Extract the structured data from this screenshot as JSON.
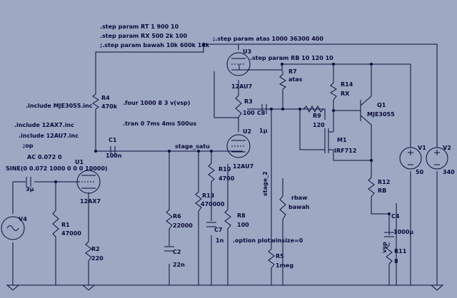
{
  "directives": {
    "step_rt": ".step param RT 1 900 10",
    "step_rx": ".step param RX 500 2k 100",
    "step_bawah": ";.step param bawah 10k 600k 14k",
    "step_atas": ";.step param atas 1000 36300 400",
    "step_rb": ".step param RB 10 120 10",
    "include_mje": ".include  MJE3055.inc",
    "four": ".four 1000 8 3 v(vsp)",
    "tran": ".tran 0 7ms 4ms 500us",
    "include_12ax7": ".include 12AX7.inc",
    "include_12au7": ".include 12AU7.inc",
    "op": ";op",
    "ac": "AC 0.072 0",
    "sine": "SINE(0 0.072 1000 0 0 0 10000)",
    "option": ".option plotwinsize=0"
  },
  "components": {
    "u1": {
      "name": "U1",
      "model": "12AX7"
    },
    "u2": {
      "name": "U2",
      "model": "12AU7"
    },
    "u3": {
      "name": "U3",
      "model": "12AU7"
    },
    "q1": {
      "name": "Q1",
      "model": "MJE3055"
    },
    "m1": {
      "name": "M1",
      "model": "IRF712"
    },
    "r1": {
      "name": "R1",
      "value": "47000"
    },
    "r2": {
      "name": "R2",
      "value": "220"
    },
    "r3": {
      "name": "R3",
      "value": "100"
    },
    "r4": {
      "name": "R4",
      "value": "470k"
    },
    "r5": {
      "name": "R5",
      "value": "1meg"
    },
    "r6": {
      "name": "R6",
      "value": "22000"
    },
    "r7": {
      "name": "R7",
      "value": "atas"
    },
    "r8": {
      "name": "R8",
      "value": "100"
    },
    "r9": {
      "name": "R9",
      "value": "120"
    },
    "r10": {
      "name": "R10",
      "value": "4700"
    },
    "r11": {
      "name": "R11",
      "value": "8"
    },
    "r12": {
      "name": "R12",
      "value": "RB"
    },
    "r13": {
      "name": "R13",
      "value": "470000"
    },
    "r14": {
      "name": "R14",
      "value": "RX"
    },
    "rbaw": {
      "name": "rbaw",
      "value": "bawah"
    },
    "c1": {
      "name": "C1",
      "value": "100n"
    },
    "c2": {
      "name": "C2",
      "value": "22n"
    },
    "c3": {
      "name": "C3",
      "value": "1µ"
    },
    "c4": {
      "name": "C4",
      "value": "1000µ"
    },
    "c7": {
      "name": "C7",
      "value": "1n"
    },
    "cin": {
      "value": "3µ"
    },
    "v1": {
      "name": "V1",
      "value": "50"
    },
    "v2": {
      "name": "V2",
      "value": "340"
    },
    "v4": {
      "name": "V4"
    }
  },
  "nets": {
    "stage_satu": "stage_satu",
    "stage_2": "stage_2",
    "vsp": "vsp"
  }
}
